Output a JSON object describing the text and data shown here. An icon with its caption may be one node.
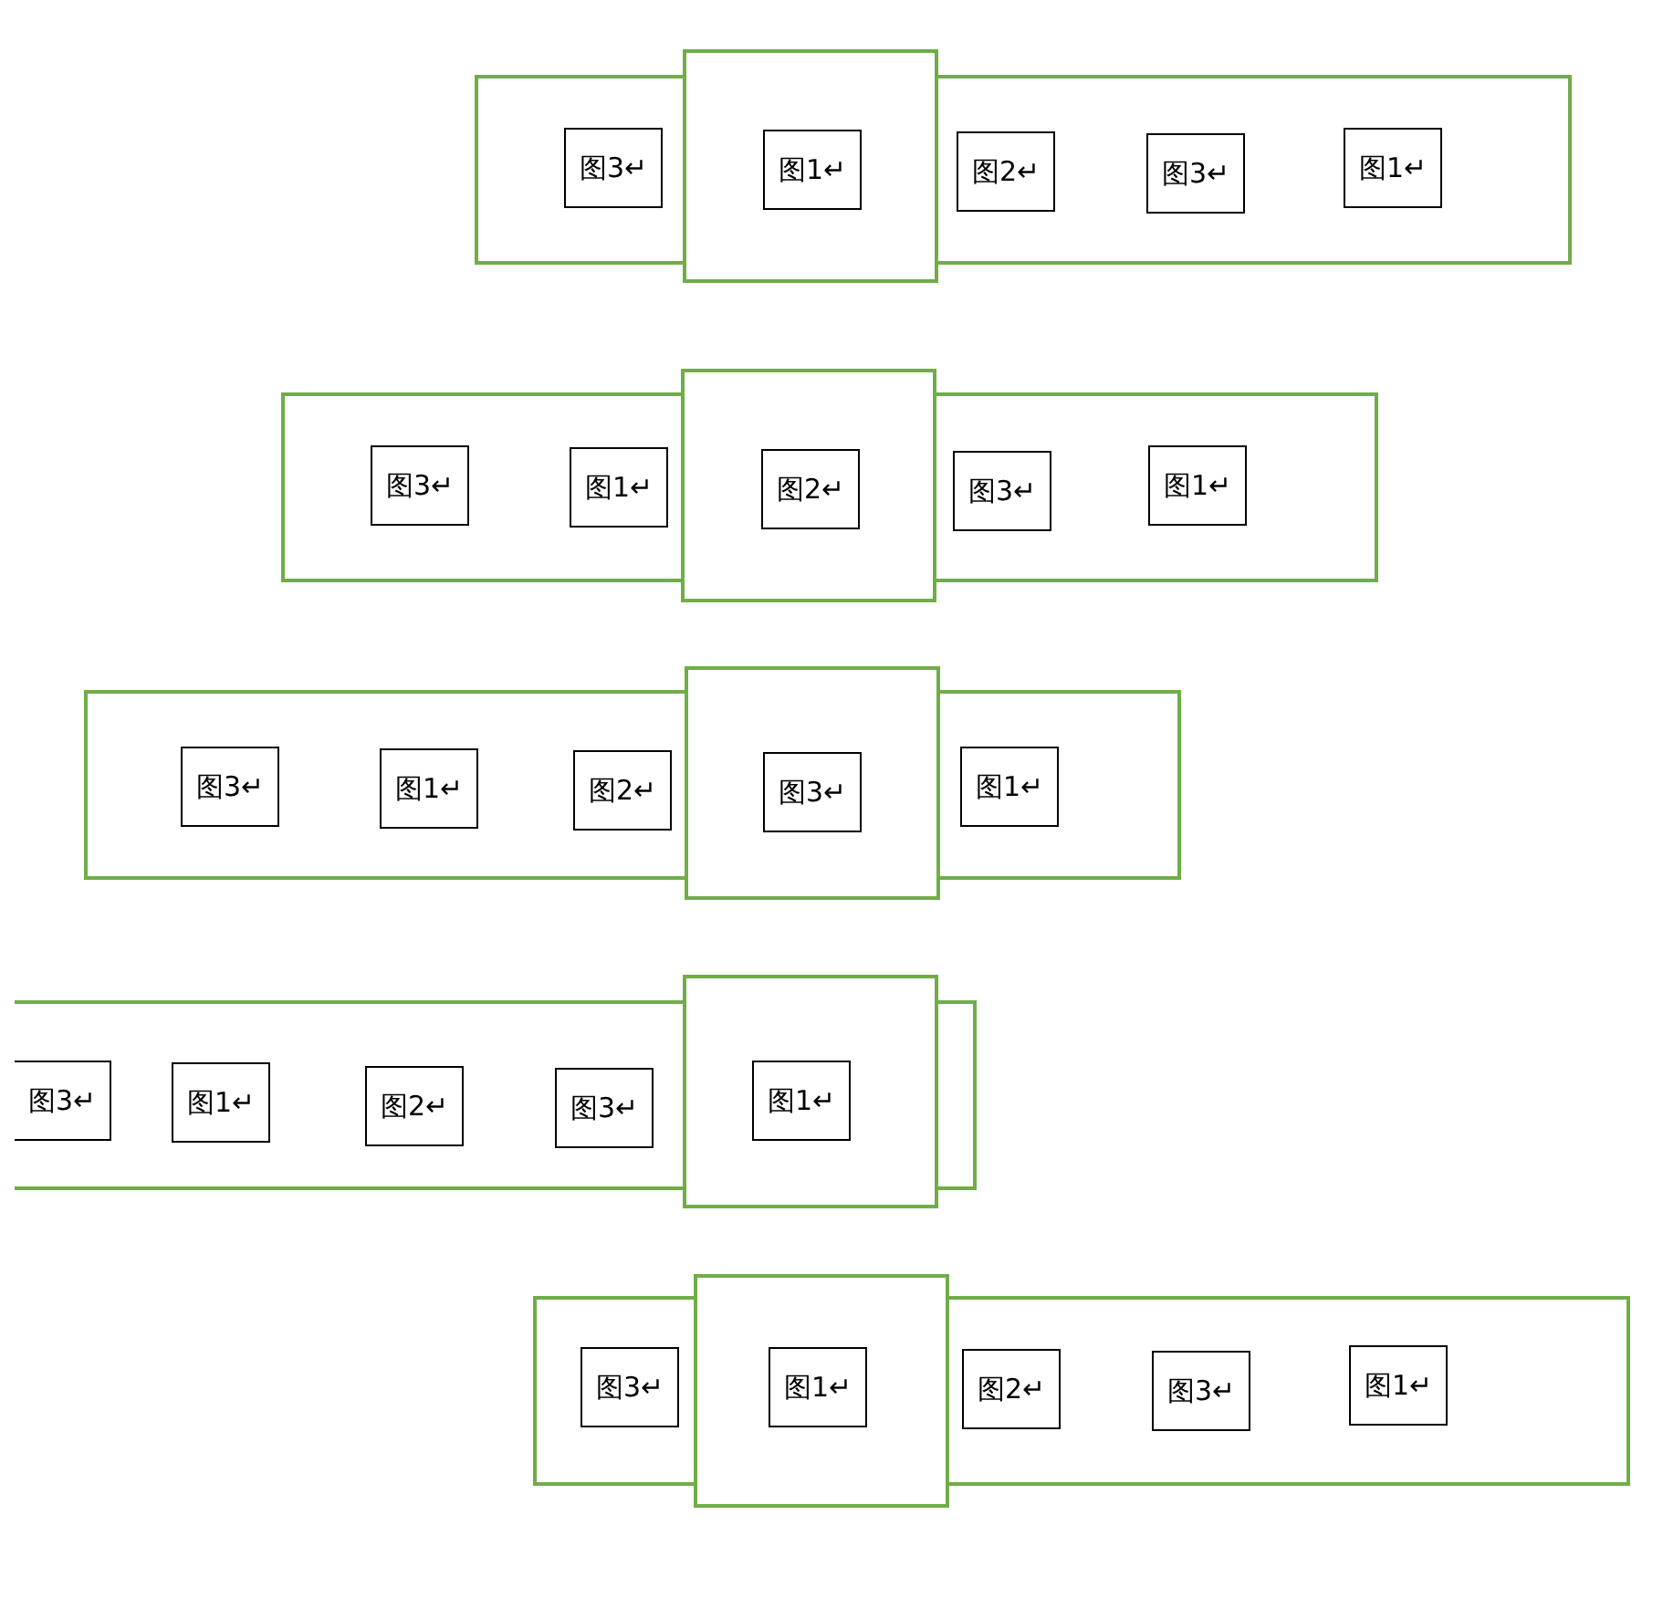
{
  "diagram": {
    "nodes": [
      {
        "text": [],
        "shape": "box"
      },
      {
        "text": [],
        "shape": "box"
      },
      {
        "text": [
          "图3↵"
        ],
        "in": 0
      },
      {
        "text": [
          "图1↵"
        ],
        "in": 1
      },
      {
        "text": [
          "图2↵"
        ],
        "in": 0
      },
      {
        "text": [
          "图3↵"
        ],
        "in": 0
      },
      {
        "text": [
          "图1↵"
        ],
        "in": 0
      },
      {
        "text": [],
        "shape": "box"
      },
      {
        "text": [],
        "shape": "box"
      },
      {
        "text": [
          "图3↵"
        ],
        "in": 7
      },
      {
        "text": [
          "图1↵"
        ],
        "in": 7
      },
      {
        "text": [
          "图2↵"
        ],
        "in": 8
      },
      {
        "text": [
          "图3↵"
        ],
        "in": 7
      },
      {
        "text": [
          "图1↵"
        ],
        "in": 7
      },
      {
        "text": [],
        "shape": "box"
      },
      {
        "text": [],
        "shape": "box"
      },
      {
        "text": [
          "图3↵"
        ],
        "in": 14
      },
      {
        "text": [
          "图1↵"
        ],
        "in": 14
      },
      {
        "text": [
          "图2↵"
        ],
        "in": 14
      },
      {
        "text": [
          "图3↵"
        ],
        "in": 15
      },
      {
        "text": [
          "图1↵"
        ],
        "in": 14
      },
      {
        "text": [],
        "shape": "box"
      },
      {
        "text": [],
        "shape": "box"
      },
      {
        "text": [
          "图3↵"
        ],
        "in": 21
      },
      {
        "text": [
          "图1↵"
        ],
        "in": 21
      },
      {
        "text": [
          "图2↵"
        ],
        "in": 21
      },
      {
        "text": [
          "图3↵"
        ],
        "in": 21
      },
      {
        "text": [
          "图1↵"
        ],
        "in": 22
      },
      {
        "text": [],
        "shape": "box"
      },
      {
        "text": [],
        "shape": "box"
      },
      {
        "text": [
          "图3↵"
        ],
        "in": 28
      },
      {
        "text": [
          "图1↵"
        ],
        "in": 29
      },
      {
        "text": [
          "图2↵"
        ],
        "in": 28
      },
      {
        "text": [
          "图3↵"
        ],
        "in": 28
      },
      {
        "text": [
          "图1↵"
        ],
        "in": 28
      }
    ]
  }
}
